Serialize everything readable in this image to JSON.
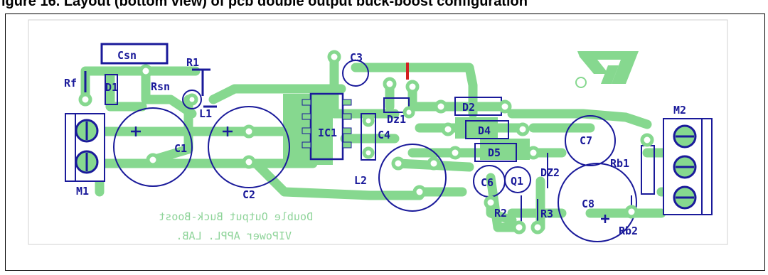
{
  "caption": "igure 16. Layout (bottom view) of pcb double output buck-boost configuration",
  "labels": {
    "csn": "Csn",
    "r1": "R1",
    "rf": "Rf",
    "d1": "D1",
    "rsn": "Rsn",
    "l1": "L1",
    "c1": "C1",
    "m1": "M1",
    "c2": "C2",
    "c3": "C3",
    "ic1": "IC1",
    "c4": "C4",
    "dz1": "Dz1",
    "d2": "D2",
    "d4": "D4",
    "d5": "D5",
    "l2": "L2",
    "c6": "C6",
    "q1": "Q1",
    "dz2": "DZ2",
    "r2": "R2",
    "r3": "R3",
    "c7": "C7",
    "c8": "C8",
    "rb1": "Rb1",
    "rb2": "Rb2",
    "m2": "M2"
  },
  "silkscreen": {
    "line1": "Double Output Buck-Boost",
    "line2": "VIPower APPL. LAB."
  },
  "colors": {
    "trace": "#86d88f",
    "outline": "#1a1a9a",
    "red_mark": "#d22020"
  },
  "icons": {
    "logo": "st-logo-icon"
  }
}
